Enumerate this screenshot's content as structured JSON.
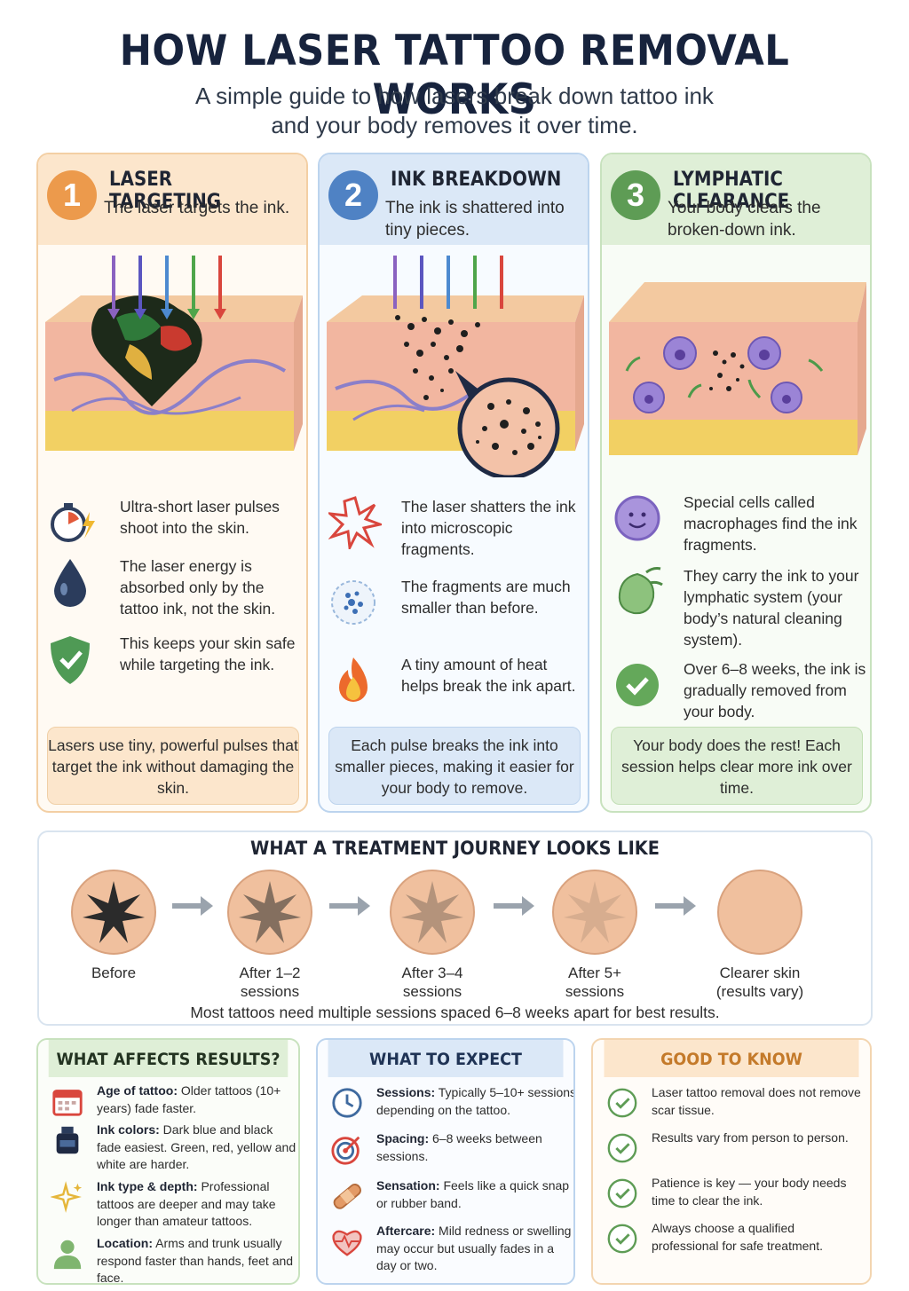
{
  "header": {
    "title": "HOW LASER TATTOO REMOVAL WORKS",
    "subtitle_line1": "A simple guide to how lasers break down tattoo ink",
    "subtitle_line2": "and your body removes it over time."
  },
  "steps": [
    {
      "number": "1",
      "title": "LASER TARGETING",
      "subtitle": "The laser targets the ink.",
      "features": [
        {
          "icon": "stopwatch-lightning-icon",
          "text": "Ultra-short laser pulses shoot into the skin."
        },
        {
          "icon": "ink-drop-icon",
          "text": "The laser energy is absorbed only by the tattoo ink, not the skin."
        },
        {
          "icon": "shield-check-icon",
          "text": "This keeps your skin safe while targeting the ink."
        }
      ],
      "note": "Lasers use tiny, powerful pulses that target the ink without damaging the skin."
    },
    {
      "number": "2",
      "title": "INK BREAKDOWN",
      "subtitle": "The ink is shattered into tiny pieces.",
      "features": [
        {
          "icon": "burst-icon",
          "text": "The laser shatters the ink into microscopic fragments."
        },
        {
          "icon": "fragments-icon",
          "text": "The fragments are much smaller than before."
        },
        {
          "icon": "flame-icon",
          "text": "A tiny amount of heat helps break the ink apart."
        }
      ],
      "note": "Each pulse breaks the ink into smaller pieces, making it easier for your body to remove."
    },
    {
      "number": "3",
      "title": "LYMPHATIC CLEARANCE",
      "subtitle": "Your body clears the broken-down ink.",
      "features": [
        {
          "icon": "macrophage-icon",
          "text": "Special cells called macrophages find the ink fragments."
        },
        {
          "icon": "lymph-node-icon",
          "text": "They carry the ink to your lymphatic system (your body’s natural cleaning system)."
        },
        {
          "icon": "check-circle-icon",
          "text": "Over 6–8 weeks, the ink is gradually removed from your body."
        }
      ],
      "note": "Your body does the rest! Each session helps clear more ink over time."
    }
  ],
  "journey": {
    "title": "WHAT A TREATMENT JOURNEY LOOKS LIKE",
    "stages": [
      {
        "label": "Before",
        "ink_opacity": 1.0
      },
      {
        "label": "After 1–2 sessions",
        "ink_opacity": 0.55
      },
      {
        "label": "After 3–4 sessions",
        "ink_opacity": 0.3
      },
      {
        "label": "After 5+ sessions",
        "ink_opacity": 0.12
      },
      {
        "label": "Clearer skin (results vary)",
        "ink_opacity": 0.0
      }
    ],
    "footer": "Most tattoos need multiple sessions spaced 6–8 weeks apart for best results."
  },
  "affects": {
    "title": "WHAT AFFECTS RESULTS?",
    "items": [
      {
        "icon": "calendar-icon",
        "label": "Age of tattoo:",
        "text": " Older tattoos (10+ years) fade faster."
      },
      {
        "icon": "ink-bottle-icon",
        "label": "Ink colors:",
        "text": " Dark blue and black fade easiest. Green, red, yellow and white are harder."
      },
      {
        "icon": "sparkle-icon",
        "label": "Ink type & depth:",
        "text": " Professional tattoos are deeper and may take longer than amateur tattoos."
      },
      {
        "icon": "person-icon",
        "label": "Location:",
        "text": " Arms and trunk usually respond faster than hands, feet and face."
      }
    ]
  },
  "expect": {
    "title": "WHAT TO EXPECT",
    "items": [
      {
        "icon": "clock-icon",
        "label": "Sessions:",
        "text": " Typically 5–10+ sessions depending on the tattoo."
      },
      {
        "icon": "target-icon",
        "label": "Spacing:",
        "text": " 6–8 weeks between sessions."
      },
      {
        "icon": "bandage-icon",
        "label": "Sensation:",
        "text": " Feels like a quick snap or rubber band."
      },
      {
        "icon": "heart-pulse-icon",
        "label": "Aftercare:",
        "text": " Mild redness or swelling may occur but usually fades in a day or two."
      }
    ]
  },
  "good_to_know": {
    "title": "GOOD TO KNOW",
    "items": [
      "Laser tattoo removal does not remove scar tissue.",
      "Results vary from person to person.",
      "Patience is key — your body needs time to clear the ink.",
      "Always choose a qualified professional for safe treatment."
    ]
  },
  "colors": {
    "orange": "#ec9a4c",
    "blue": "#4f82c4",
    "green": "#5e9c55",
    "navy": "#17233d"
  }
}
